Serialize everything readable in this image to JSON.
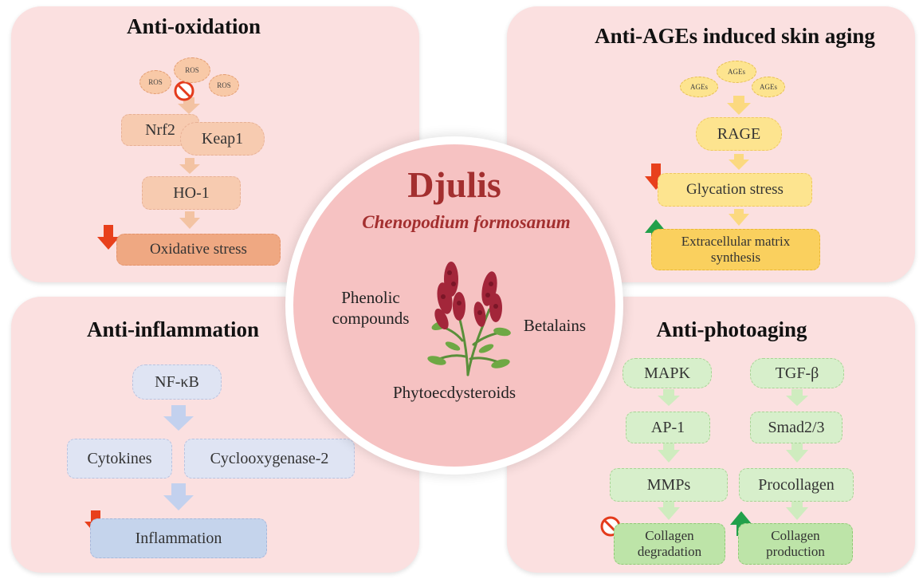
{
  "center": {
    "title": "Djulis",
    "subtitle": "Chenopodium formosanum",
    "compounds": {
      "phenolic_line1": "Phenolic",
      "phenolic_line2": "compounds",
      "betalains": "Betalains",
      "phytoecdysteroids": "Phytoecdysteroids"
    }
  },
  "anti_oxidation": {
    "title": "Anti-oxidation",
    "ros": [
      "ROS",
      "ROS",
      "ROS"
    ],
    "nrf2": "Nrf2",
    "keap1": "Keap1",
    "ho1": "HO-1",
    "outcome": "Oxidative stress"
  },
  "anti_ages": {
    "title": "Anti-AGEs induced skin aging",
    "ages": [
      "AGEs",
      "AGEs",
      "AGEs"
    ],
    "rage": "RAGE",
    "glycation": "Glycation stress",
    "ecm_line1": "Extracellular matrix",
    "ecm_line2": "synthesis"
  },
  "anti_inflammation": {
    "title": "Anti-inflammation",
    "nfkb": "NF-κB",
    "cytokines": "Cytokines",
    "cox2": "Cyclooxygenase-2",
    "outcome": "Inflammation"
  },
  "anti_photoaging": {
    "title": "Anti-photoaging",
    "mapk": "MAPK",
    "tgf": "TGF-β",
    "ap1": "AP-1",
    "smad": "Smad2/3",
    "mmps": "MMPs",
    "procollagen": "Procollagen",
    "degradation_line1": "Collagen",
    "degradation_line2": "degradation",
    "production_line1": "Collagen",
    "production_line2": "production"
  },
  "colors": {
    "title_red": "#a32f2f",
    "down_arrow": "#e8401c",
    "up_arrow": "#22a04b",
    "inhibit": "#e43b1c"
  }
}
